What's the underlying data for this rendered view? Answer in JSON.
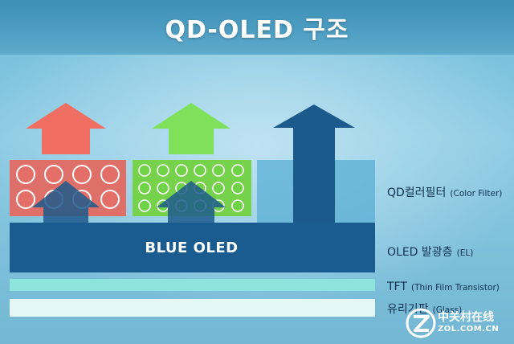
{
  "title": "QD-OLED 구조",
  "layers": {
    "color_filter": {
      "main": "QD컬러필터",
      "sub": "(Color Filter)"
    },
    "oled": {
      "main": "OLED 발광층",
      "sub": "(EL)"
    },
    "tft": {
      "main": "TFT",
      "sub": "(Thin Film Transistor)"
    },
    "glass": {
      "main": "유리기판",
      "sub": "(Glass)"
    }
  },
  "blue_oled_label": "BLUE OLED",
  "subpixels": [
    {
      "color": "red",
      "fill": "#e0706a",
      "arrow": "#f06e62"
    },
    {
      "color": "green",
      "fill": "#7cd64a",
      "arrow": "#7fe05a"
    },
    {
      "color": "blue",
      "fill": "#5aaed6",
      "arrow": "#1d5a8c"
    }
  ],
  "watermark": {
    "cn": "中关村在线",
    "en": "ZOL.COM.CN"
  }
}
